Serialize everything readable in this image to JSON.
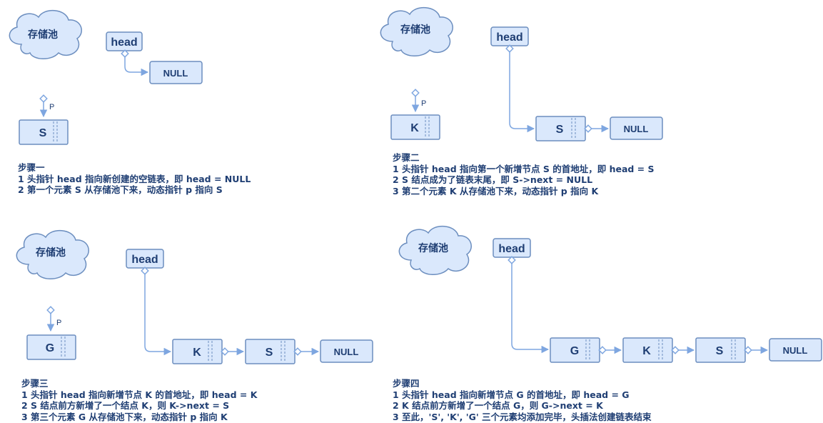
{
  "colors": {
    "fill": "#dae8fc",
    "stroke": "#6c8ebf",
    "edge": "#7ea6e0",
    "text": "#1f3e73"
  },
  "panels": [
    {
      "cloud": "存储池",
      "head": "head",
      "pointer": "P",
      "pending_node": "S",
      "chain": [
        "NULL"
      ],
      "step_title": "步骤一",
      "lines": [
        "1 头指针 head 指向新创建的空链表，即 head = NULL",
        "2 第一个元素 S 从存储池下来，动态指针 p 指向 S"
      ]
    },
    {
      "cloud": "存储池",
      "head": "head",
      "pointer": "P",
      "pending_node": "K",
      "chain": [
        "S",
        "NULL"
      ],
      "step_title": "步骤二",
      "lines": [
        "1 头指针 head 指向第一个新增节点 S 的首地址，即 head = S",
        "2 S 结点成为了链表末尾，即 S->next = NULL",
        "3 第二个元素 K 从存储池下来，动态指针 p 指向 K"
      ]
    },
    {
      "cloud": "存储池",
      "head": "head",
      "pointer": "P",
      "pending_node": "G",
      "chain": [
        "K",
        "S",
        "NULL"
      ],
      "step_title": "步骤三",
      "lines": [
        "1 头指针 head 指向新增节点 K 的首地址，即 head = K",
        "2 S 结点前方新增了一个结点 K，则 K->next = S",
        "3 第三个元素 G 从存储池下来，动态指针 p 指向 K"
      ]
    },
    {
      "cloud": "存储池",
      "head": "head",
      "chain": [
        "G",
        "K",
        "S",
        "NULL"
      ],
      "step_title": "步骤四",
      "lines": [
        "1 头指针 head 指向新增节点 G 的首地址，即 head = G",
        "2 K 结点前方新增了一个结点 G，则 G->next = K",
        "3 至此，'S', 'K', 'G' 三个元素均添加完毕，头插法创建链表结束"
      ]
    }
  ]
}
